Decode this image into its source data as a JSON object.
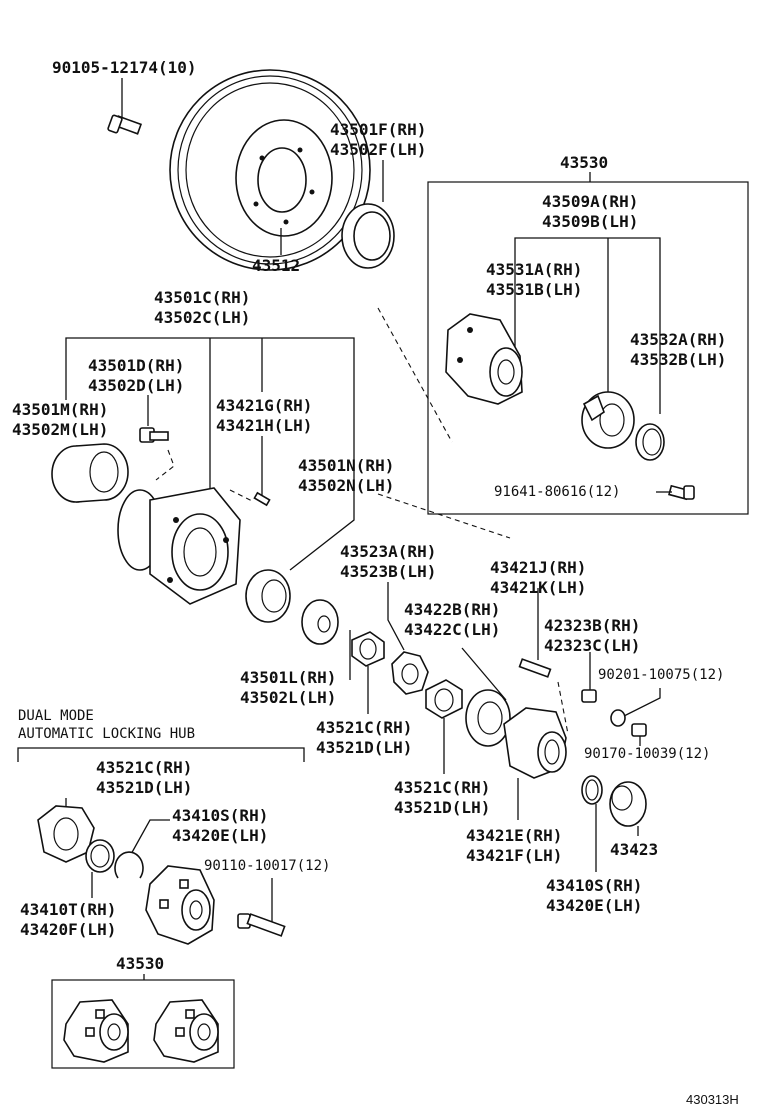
{
  "labels": {
    "bolt_top": "90105-12174(10)",
    "disc": "43512",
    "seal_rh": "43501F(RH)",
    "seal_lh": "43502F(LH)",
    "kit_title": "43530",
    "kit_hub_rh": "43509A(RH)",
    "kit_hub_lh": "43509B(LH)",
    "kit_body_rh": "43531A(RH)",
    "kit_body_lh": "43531B(LH)",
    "kit_ring_rh": "43532A(RH)",
    "kit_ring_lh": "43532B(LH)",
    "kit_bolt": "91641-80616(12)",
    "hub_set_rh": "43501C(RH)",
    "hub_set_lh": "43502C(LH)",
    "hub_d_rh": "43501D(RH)",
    "hub_d_lh": "43502D(LH)",
    "hub_m_rh": "43501M(RH)",
    "hub_m_lh": "43502M(LH)",
    "stud_g_rh": "43421G(RH)",
    "stud_h_lh": "43421H(LH)",
    "bearing_n_rh": "43501N(RH)",
    "bearing_n_lh": "43502N(LH)",
    "washer_a_rh": "43523A(RH)",
    "washer_b_lh": "43523B(LH)",
    "stud_j_rh": "43421J(RH)",
    "stud_k_lh": "43421K(LH)",
    "flange_b_rh": "43422B(RH)",
    "flange_c_lh": "43422C(LH)",
    "nut_b_rh": "42323B(RH)",
    "nut_c_lh": "42323C(LH)",
    "nut_90201": "90201-10075(12)",
    "washer_l_rh": "43501L(RH)",
    "washer_l_lh": "43502L(LH)",
    "locknut1_rh": "43521C(RH)",
    "locknut1_lh": "43521D(LH)",
    "locknut2_rh": "43521C(RH)",
    "locknut2_lh": "43521D(LH)",
    "washer_90170": "90170-10039(12)",
    "flange_e_rh": "43421E(RH)",
    "flange_f_lh": "43421F(LH)",
    "cap": "43423",
    "snap_rh": "43410S(RH)",
    "snap_lh": "43420E(LH)",
    "dual_mode_1": "DUAL MODE",
    "dual_mode_2": "AUTOMATIC LOCKING HUB",
    "alh_nut_rh": "43521C(RH)",
    "alh_nut_lh": "43521D(LH)",
    "alh_snap_rh": "43410S(RH)",
    "alh_snap_lh": "43420E(LH)",
    "alh_bolt": "90110-10017(12)",
    "alh_ring_rh": "43410T(RH)",
    "alh_ring_lh": "43420F(LH)",
    "alh_kit": "43530",
    "figure_id": "430313H"
  }
}
